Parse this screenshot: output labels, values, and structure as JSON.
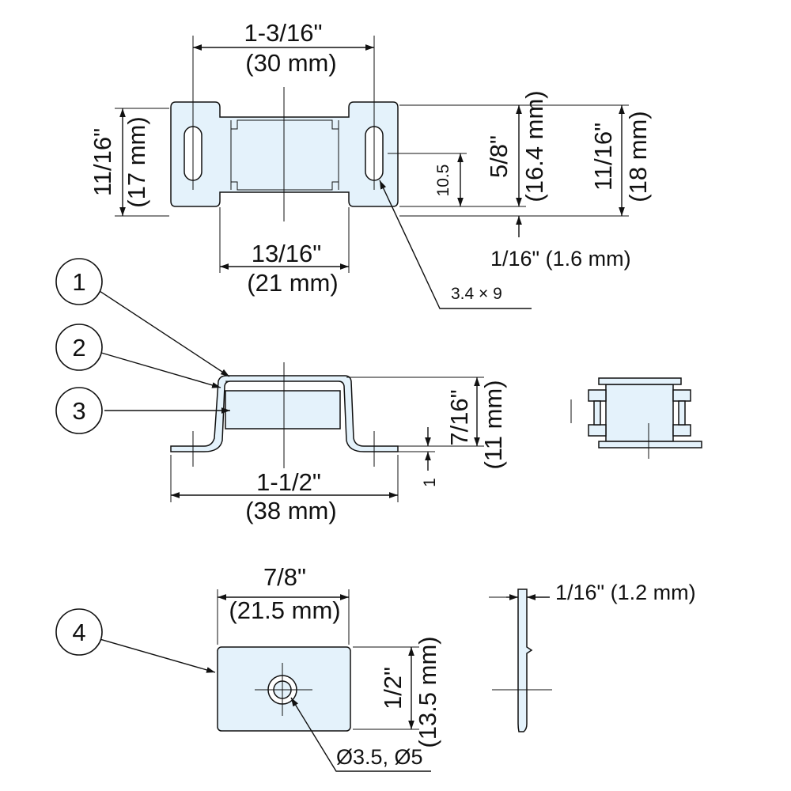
{
  "colors": {
    "part_fill": "#e4f2fb",
    "line": "#111111",
    "background": "#ffffff"
  },
  "top_view": {
    "overall_length": "1-3/16\"",
    "overall_length_metric": "(30 mm)",
    "left_height": "11/16\"",
    "left_height_metric": "(17 mm)",
    "inner_width": "13/16\"",
    "inner_width_metric": "(21 mm)",
    "hole_offset": "10.5",
    "center_height": "5/8\"",
    "center_height_metric": "(16.4 mm)",
    "right_height": "11/16\"",
    "right_height_metric": "(18 mm)",
    "base_offset": "1/16\" (1.6 mm)",
    "slot_size": "3.4 × 9"
  },
  "side_view": {
    "callouts": [
      "1",
      "2",
      "3"
    ],
    "height": "7/16\"",
    "height_metric": "(11 mm)",
    "base_length": "1-1/2\"",
    "base_length_metric": "(38 mm)",
    "flange_thickness": "1"
  },
  "plate_view": {
    "callout": "4",
    "width": "7/8\"",
    "width_metric": "(21.5 mm)",
    "height": "1/2\"",
    "height_metric": "(13.5 mm)",
    "hole_diameters": "Ø3.5, Ø5",
    "thickness": "1/16\" (1.2 mm)"
  }
}
